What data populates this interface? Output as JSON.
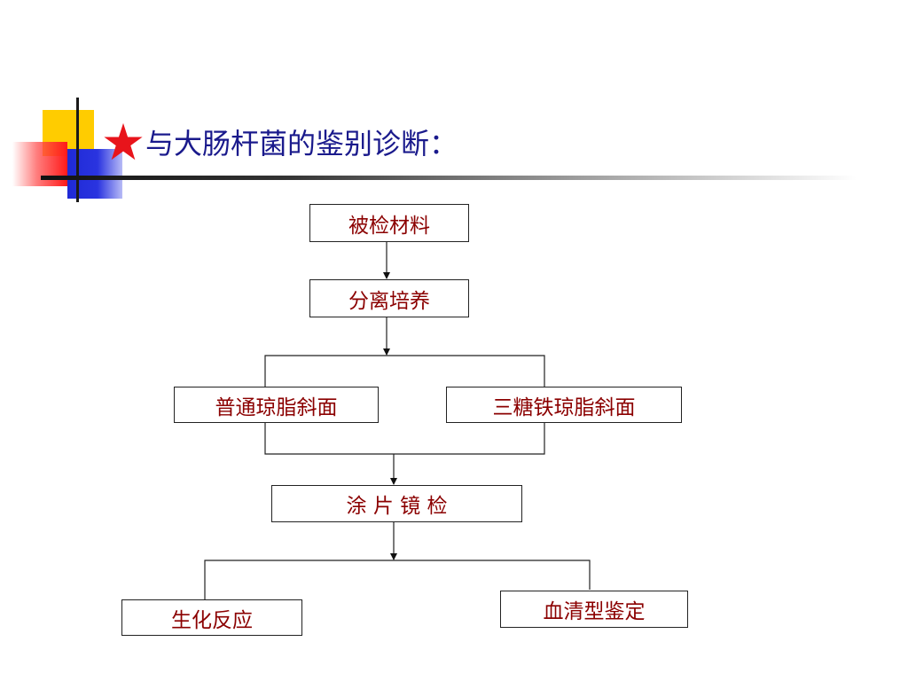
{
  "slide": {
    "title": "与大肠杆菌的鉴别诊断：",
    "title_color": "#1a1a8c",
    "star_color": "#E8141B",
    "box_text_color": "#8B0000"
  },
  "flow": {
    "step1": "被检材料",
    "step2": "分离培养",
    "branch_left": "普通琼脂斜面",
    "branch_right": "三糖铁琼脂斜面",
    "step3": "涂 片 镜 检",
    "result_left": "生化反应",
    "result_right": "血清型鉴定"
  }
}
